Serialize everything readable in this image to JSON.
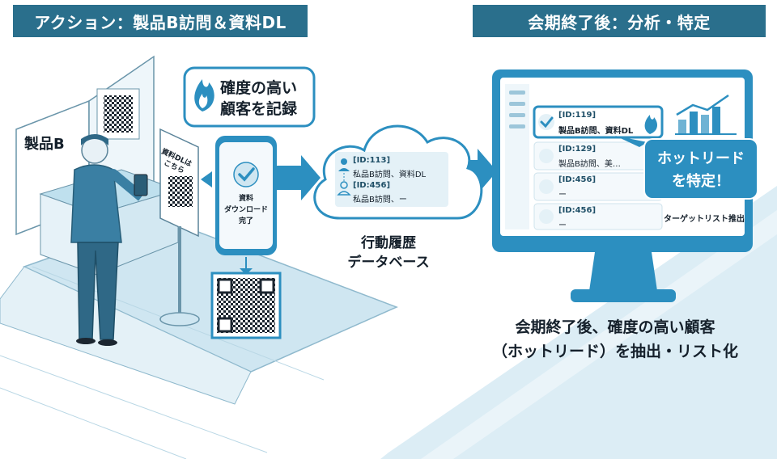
{
  "banners": {
    "left": "アクション：製品B訪問＆資料DL",
    "right": "会期終了後：分析・特定"
  },
  "booth": {
    "label": "製品B",
    "stand_sign_line1": "資料DLは",
    "stand_sign_line2": "こちら"
  },
  "callout_high": {
    "line1": "確度の高い",
    "line2": "顧客を記録",
    "icon": "flame-icon"
  },
  "phone": {
    "line1": "資料",
    "line2": "ダウンロード",
    "line3": "完了",
    "icon": "check-circle-icon"
  },
  "cloud": {
    "records": [
      {
        "id": "[ID:113]",
        "action": "私品B訪問、資料DL"
      },
      {
        "id": "[ID:456]",
        "action": "私品B訪問、ー"
      }
    ],
    "caption_line1": "行動履歴",
    "caption_line2": "データベース"
  },
  "monitor": {
    "rows": [
      {
        "id": "[ID:119]",
        "action": "製品B訪問、資料DL",
        "highlighted": true
      },
      {
        "id": "[ID:129]",
        "action": "製品B訪問、美…"
      },
      {
        "id": "[ID:456]",
        "action": "ー"
      },
      {
        "id": "[ID:456]",
        "action": "ー"
      }
    ],
    "callout_line1": "ホットリード",
    "callout_line2": "を特定！",
    "list_label": "ターゲットリスト推出"
  },
  "bottom_caption": {
    "line1": "会期終了後、確度の高い顧客",
    "line2": "（ホットリード）を抽出・リスト化"
  },
  "colors": {
    "banner": "#2a6f8c",
    "accent": "#2c8fc0",
    "light": "#dcedf5",
    "flame": "#2c8fc0"
  }
}
